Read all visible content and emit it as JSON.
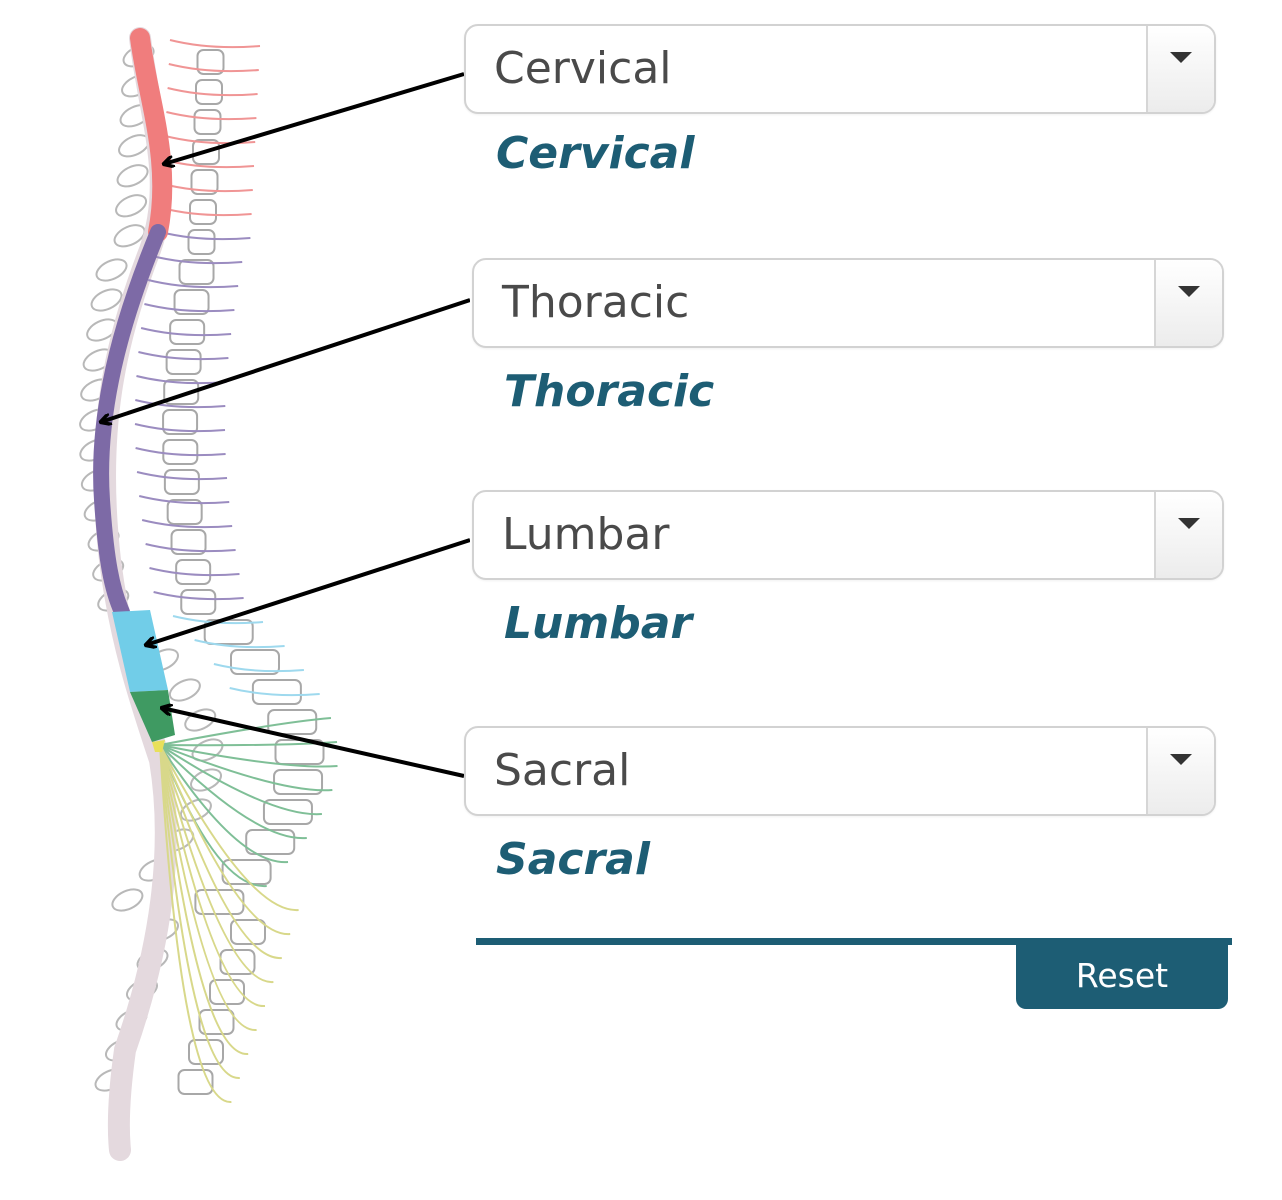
{
  "dropdowns": [
    {
      "selected": "Cervical",
      "answer": "Cervical",
      "color": "#f07d7d"
    },
    {
      "selected": "Thoracic",
      "answer": "Thoracic",
      "color": "#7d6aa6"
    },
    {
      "selected": "Lumbar",
      "answer": "Lumbar",
      "color": "#71cde8"
    },
    {
      "selected": "Sacral",
      "answer": "Sacral",
      "color": "#3f9a62"
    }
  ],
  "reset_label": "Reset",
  "accent_color": "#1d5d74"
}
